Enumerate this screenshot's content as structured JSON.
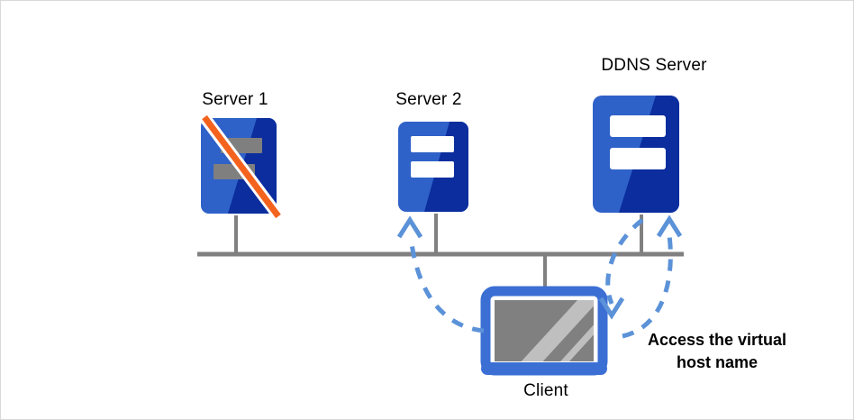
{
  "diagram": {
    "title": "DDNS virtual host name access network diagram",
    "background": "#ffffff",
    "border_color": "#d9d9d9",
    "colors": {
      "server_blue_light": "#2F62C8",
      "server_blue_dark": "#0B2D9E",
      "server_bar_white": "#ffffff",
      "server_bar_gray": "#7f7f7f",
      "disabled_slash": "#F4631E",
      "bus_line": "#808080",
      "arrow_blue": "#5B92D8",
      "client_bezel": "#3B6FD4",
      "client_screen": "#808080",
      "client_screen_streak": "#bfbfbf",
      "text": "#000000"
    },
    "nodes": [
      {
        "id": "server1",
        "label": "Server 1",
        "type": "server-icon",
        "state": "disabled",
        "bars": 2,
        "bar_color": "#7f7f7f"
      },
      {
        "id": "server2",
        "label": "Server 2",
        "type": "server-icon",
        "state": "active",
        "bars": 2,
        "bar_color": "#ffffff"
      },
      {
        "id": "ddns",
        "label": "DDNS Server",
        "type": "server-icon",
        "state": "active",
        "bars": 2,
        "bar_color": "#ffffff"
      },
      {
        "id": "client",
        "label": "Client",
        "type": "computer-icon",
        "state": "active"
      }
    ],
    "bus": {
      "name": "network-bus-line",
      "orientation": "horizontal"
    },
    "annotations": [
      {
        "id": "access-virtual-host-name",
        "line1": "Access the virtual",
        "line2": "host name"
      }
    ],
    "flows": [
      {
        "id": "client-to-server2",
        "from": "client",
        "to": "server2",
        "style": "dashed-curved-arrow",
        "direction": "up"
      },
      {
        "id": "ddns-query-down",
        "from": "ddns",
        "to": "client",
        "style": "dashed-curved-arrow",
        "direction": "down"
      },
      {
        "id": "ddns-query-up",
        "from": "client",
        "to": "ddns",
        "style": "dashed-curved-arrow",
        "direction": "up"
      }
    ]
  }
}
